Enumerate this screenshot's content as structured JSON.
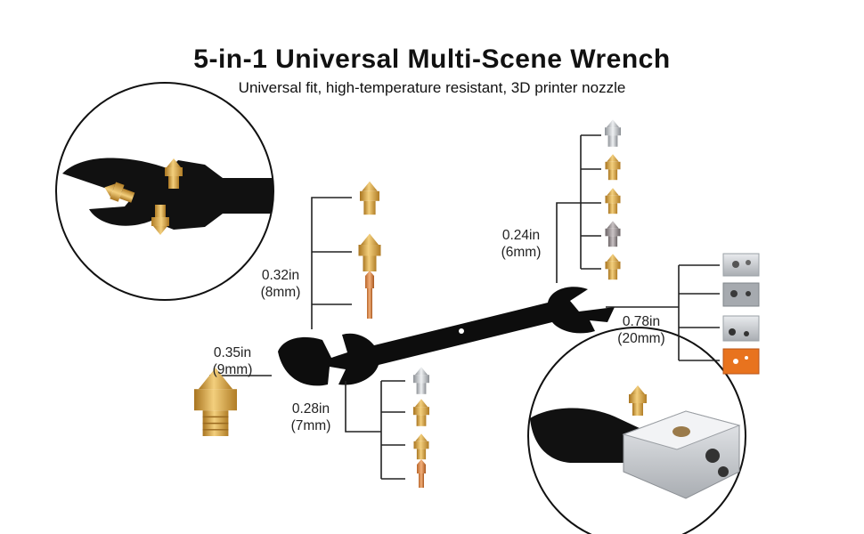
{
  "header": {
    "title": "5-in-1 Universal Multi-Scene Wrench",
    "subtitle": "Universal fit, high-temperature resistant, 3D printer nozzle"
  },
  "sizes": {
    "s032": {
      "inch": "0.32in",
      "mm": "(8mm)"
    },
    "s024": {
      "inch": "0.24in",
      "mm": "(6mm)"
    },
    "s078": {
      "inch": "0.78in",
      "mm": "(20mm)"
    },
    "s035": {
      "inch": "0.35in",
      "mm": "(9mm)"
    },
    "s028": {
      "inch": "0.28in",
      "mm": "(7mm)"
    }
  },
  "colors": {
    "wrench": "#0d0d0d",
    "brass": "#d9a64a",
    "steel": "#b9bcc0",
    "heater_block_orange": "#e8731e"
  }
}
